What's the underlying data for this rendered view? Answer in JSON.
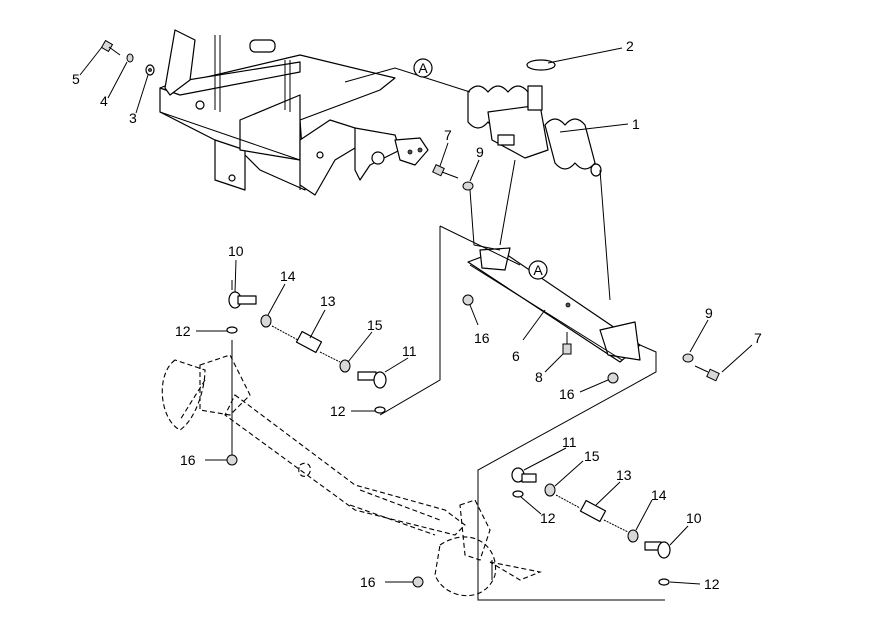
{
  "callouts": [
    {
      "id": "c-1",
      "text": "1"
    },
    {
      "id": "c-2",
      "text": "2"
    },
    {
      "id": "c-3",
      "text": "3"
    },
    {
      "id": "c-4",
      "text": "4"
    },
    {
      "id": "c-5",
      "text": "5"
    },
    {
      "id": "c-6",
      "text": "6"
    },
    {
      "id": "c-7a",
      "text": "7"
    },
    {
      "id": "c-7b",
      "text": "7"
    },
    {
      "id": "c-8",
      "text": "8"
    },
    {
      "id": "c-9a",
      "text": "9"
    },
    {
      "id": "c-9b",
      "text": "9"
    },
    {
      "id": "c-10a",
      "text": "10"
    },
    {
      "id": "c-10b",
      "text": "10"
    },
    {
      "id": "c-11a",
      "text": "11"
    },
    {
      "id": "c-11b",
      "text": "11"
    },
    {
      "id": "c-12a",
      "text": "12"
    },
    {
      "id": "c-12b",
      "text": "12"
    },
    {
      "id": "c-12c",
      "text": "12"
    },
    {
      "id": "c-12d",
      "text": "12"
    },
    {
      "id": "c-13a",
      "text": "13"
    },
    {
      "id": "c-13b",
      "text": "13"
    },
    {
      "id": "c-14a",
      "text": "14"
    },
    {
      "id": "c-14b",
      "text": "14"
    },
    {
      "id": "c-15a",
      "text": "15"
    },
    {
      "id": "c-15b",
      "text": "15"
    },
    {
      "id": "c-16a",
      "text": "16"
    },
    {
      "id": "c-16b",
      "text": "16"
    },
    {
      "id": "c-16c",
      "text": "16"
    },
    {
      "id": "c-16d",
      "text": "16"
    }
  ],
  "ref_markers": [
    {
      "id": "ref-a-top",
      "text": "A"
    },
    {
      "id": "ref-a-mid",
      "text": "A"
    }
  ]
}
